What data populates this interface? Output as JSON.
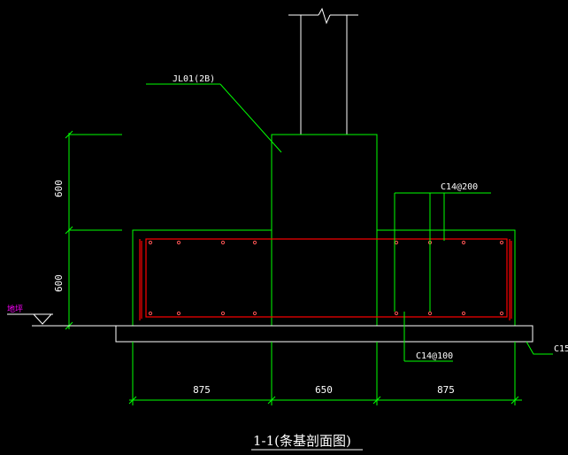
{
  "colors": {
    "background": "#000000",
    "outline": "#ffffff",
    "dimension": "#00ff00",
    "rebar": "#ff0000",
    "rebar_dot": "#ff5555",
    "ground_label": "#ff00ff",
    "text": "#ffffff"
  },
  "labels": {
    "beam_tag": "JL01(2B)",
    "top_rebar": "C14@200",
    "bottom_rebar": "C14@100",
    "cushion_rebar": "C15",
    "ground_mark": "地坪",
    "title": "1-1(条基剖面图)"
  },
  "dimensions": {
    "vertical_upper": "600",
    "vertical_lower": "600",
    "horizontal_left": "875",
    "horizontal_middle": "650",
    "horizontal_right": "875"
  }
}
